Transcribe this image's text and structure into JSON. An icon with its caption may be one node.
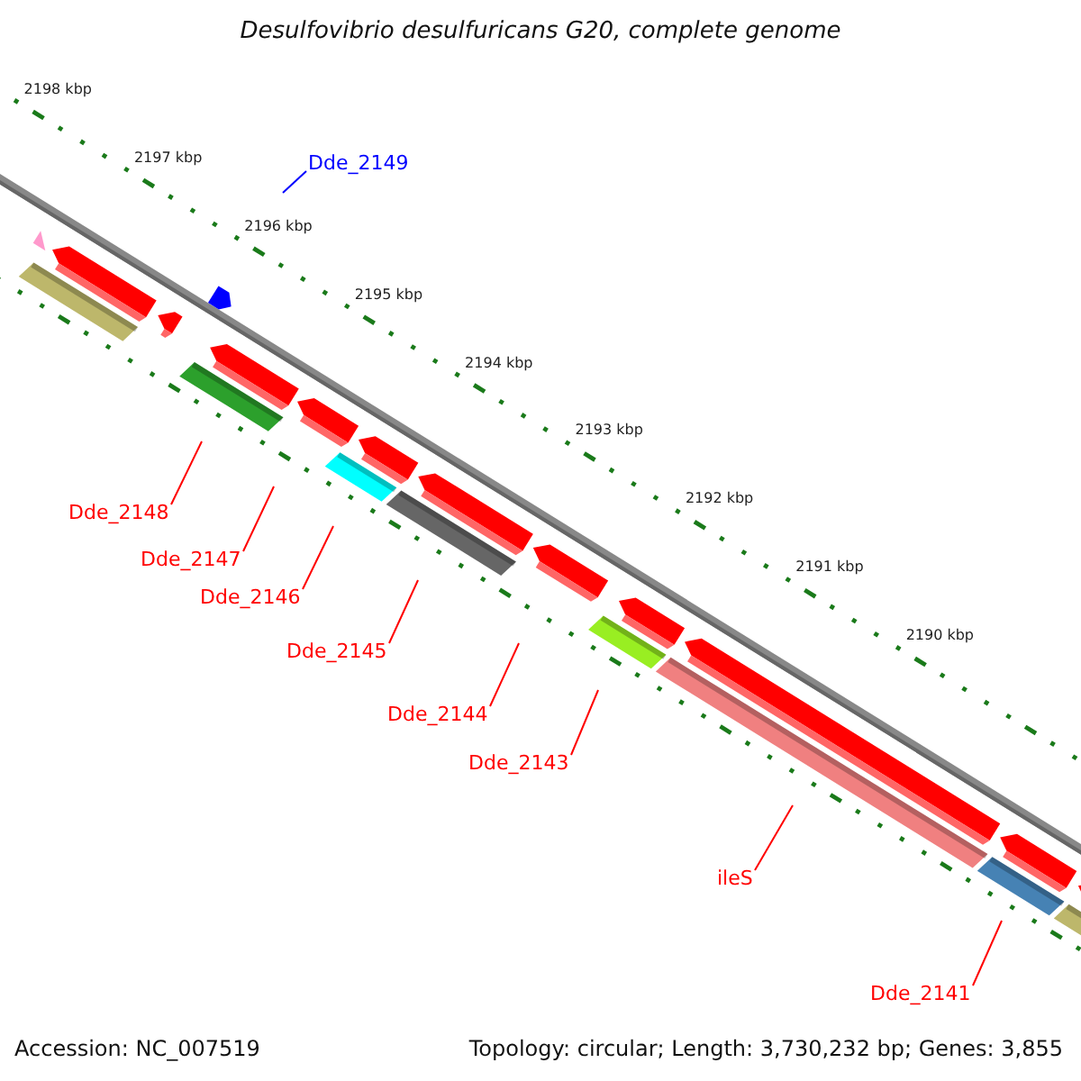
{
  "diagram": {
    "title": "Desulfovibrio desulfuricans G20, complete genome",
    "nodes": [
      {
        "text": [
          "Dde_2149"
        ]
      },
      {
        "text": [
          "Dde_2148"
        ]
      },
      {
        "text": [
          "Dde_2147"
        ]
      },
      {
        "text": [
          "Dde_2146"
        ]
      },
      {
        "text": [
          "Dde_2145"
        ]
      },
      {
        "text": [
          "Dde_2144"
        ]
      },
      {
        "text": [
          "Dde_2143"
        ]
      },
      {
        "text": [
          "ileS"
        ]
      },
      {
        "text": [
          "Dde_2141"
        ]
      }
    ],
    "edges": [
      {
        "from": 0,
        "to": null,
        "arrow": "none",
        "color": "#0000ff"
      },
      {
        "from": 1,
        "to": null,
        "arrow": "none"
      },
      {
        "from": 2,
        "to": null,
        "arrow": "none"
      },
      {
        "from": 3,
        "to": null,
        "arrow": "none"
      },
      {
        "from": 4,
        "to": null,
        "arrow": "none"
      },
      {
        "from": 5,
        "to": null,
        "arrow": "none"
      },
      {
        "from": 6,
        "to": null,
        "arrow": "none"
      },
      {
        "from": 7,
        "to": null,
        "arrow": "none"
      },
      {
        "from": 8,
        "to": null,
        "arrow": "none"
      }
    ],
    "labels": [
      "2198 kbp",
      "2197 kbp",
      "2196 kbp",
      "2195 kbp",
      "2194 kbp",
      "2193 kbp",
      "2192 kbp",
      "2191 kbp",
      "2190 kbp",
      "Accession: NC_007519",
      "Topology: circular; Length: 3,730,232 bp; Genes: 3,855"
    ]
  }
}
